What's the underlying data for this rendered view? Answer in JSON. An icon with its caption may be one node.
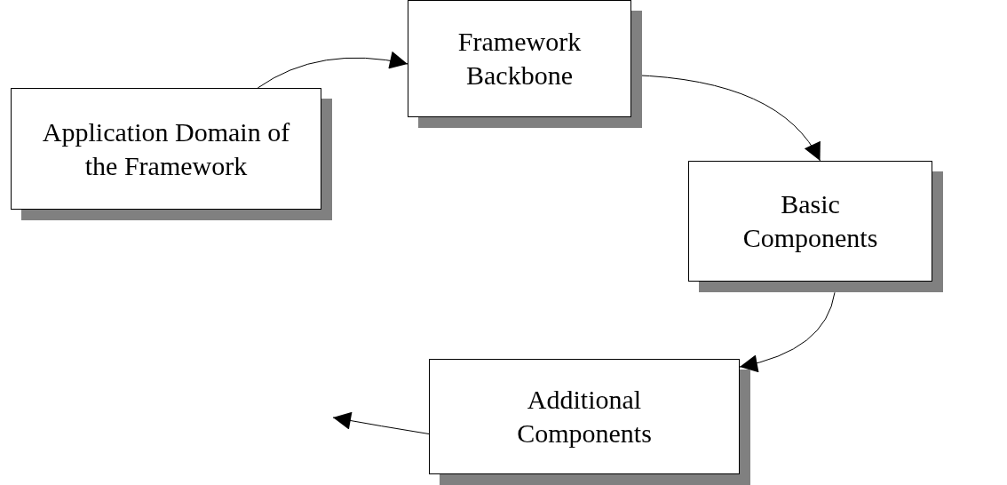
{
  "diagram": {
    "nodes": [
      {
        "text": [
          "Application Domain of the Framework"
        ]
      },
      {
        "text": [
          "Framework Backbone"
        ]
      },
      {
        "text": [
          "Basic Components"
        ]
      },
      {
        "text": [
          "Additional Components"
        ]
      }
    ],
    "edges": [
      {
        "from": 0,
        "to": 1,
        "arrow": "to"
      },
      {
        "from": 1,
        "to": 2,
        "arrow": "to"
      },
      {
        "from": 2,
        "to": 3,
        "arrow": "to"
      },
      {
        "from": 3,
        "to": null,
        "arrow": "to"
      }
    ]
  }
}
